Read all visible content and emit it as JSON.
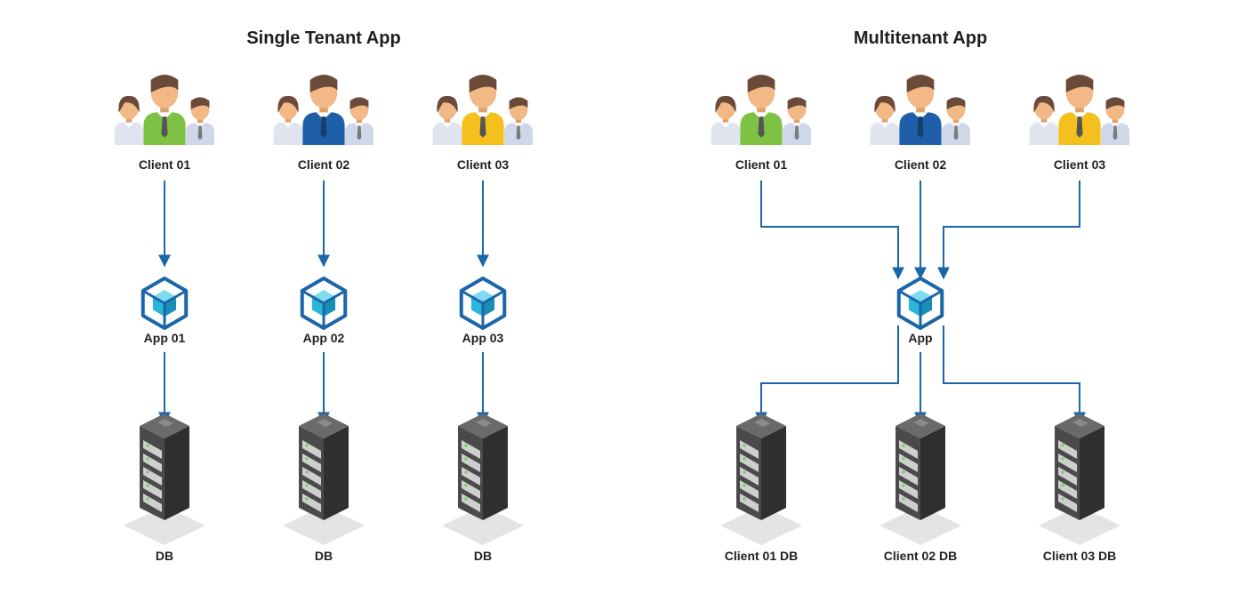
{
  "colors": {
    "arrow": "#1b66a8",
    "cube_outline": "#1b66a8",
    "cube_face": "#29b6d9",
    "server_dark": "#3d3d3d",
    "floor": "#e4e4e4"
  },
  "single": {
    "title": "Single Tenant App",
    "clients": [
      {
        "label": "Client 01",
        "shirt": "#7dc242",
        "tie": "#555555"
      },
      {
        "label": "Client 02",
        "shirt": "#1f5ea8",
        "tie": "#173f6e"
      },
      {
        "label": "Client 03",
        "shirt": "#f5bf1e",
        "tie": "#555555"
      }
    ],
    "apps": [
      "App 01",
      "App 02",
      "App 03"
    ],
    "dbs": [
      "DB",
      "DB",
      "DB"
    ]
  },
  "multi": {
    "title": "Multitenant App",
    "clients": [
      {
        "label": "Client 01",
        "shirt": "#7dc242",
        "tie": "#555555"
      },
      {
        "label": "Client 02",
        "shirt": "#1f5ea8",
        "tie": "#173f6e"
      },
      {
        "label": "Client 03",
        "shirt": "#f5bf1e",
        "tie": "#555555"
      }
    ],
    "app": "App",
    "dbs": [
      "Client 01 DB",
      "Client 02 DB",
      "Client 03 DB"
    ]
  }
}
